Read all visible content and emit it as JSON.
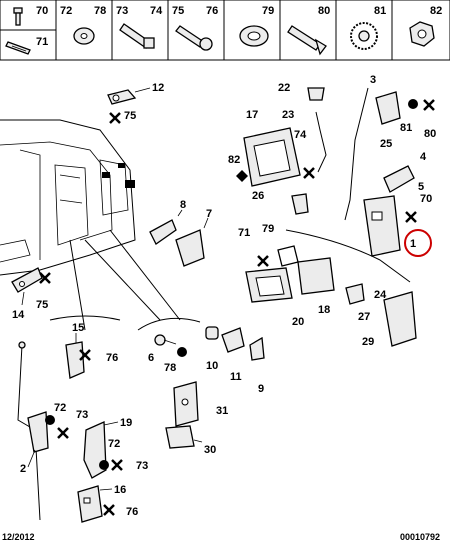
{
  "header": {
    "cells": [
      "70",
      "72",
      "78",
      "73",
      "74",
      "75",
      "76",
      "79",
      "80",
      "81",
      "82",
      "71"
    ]
  },
  "labels": {
    "p1": "1",
    "p2": "2",
    "p3": "3",
    "p4": "4",
    "p5": "5",
    "p6": "6",
    "p7": "7",
    "p8": "8",
    "p9": "9",
    "p10": "10",
    "p11": "11",
    "p12": "12",
    "p14": "14",
    "p15": "15",
    "p16": "16",
    "p17": "17",
    "p18": "18",
    "p19": "19",
    "p20": "20",
    "p22": "22",
    "p23": "23",
    "p24": "24",
    "p25": "25",
    "p26": "26",
    "p27": "27",
    "p29": "29",
    "p30": "30",
    "p31": "31",
    "c70": "70",
    "c71": "71",
    "c72a": "72",
    "c72b": "72",
    "c73a": "73",
    "c73b": "73",
    "c74": "74",
    "c75a": "75",
    "c75b": "75",
    "c76a": "76",
    "c76b": "76",
    "c78": "78",
    "c79": "79",
    "c80": "80",
    "c81": "81",
    "c82": "82"
  },
  "footer": {
    "date": "12/2012",
    "ref": "00010792"
  },
  "colors": {
    "highlight": "#cc0000",
    "ink": "#000000",
    "fill": "#ececec"
  }
}
